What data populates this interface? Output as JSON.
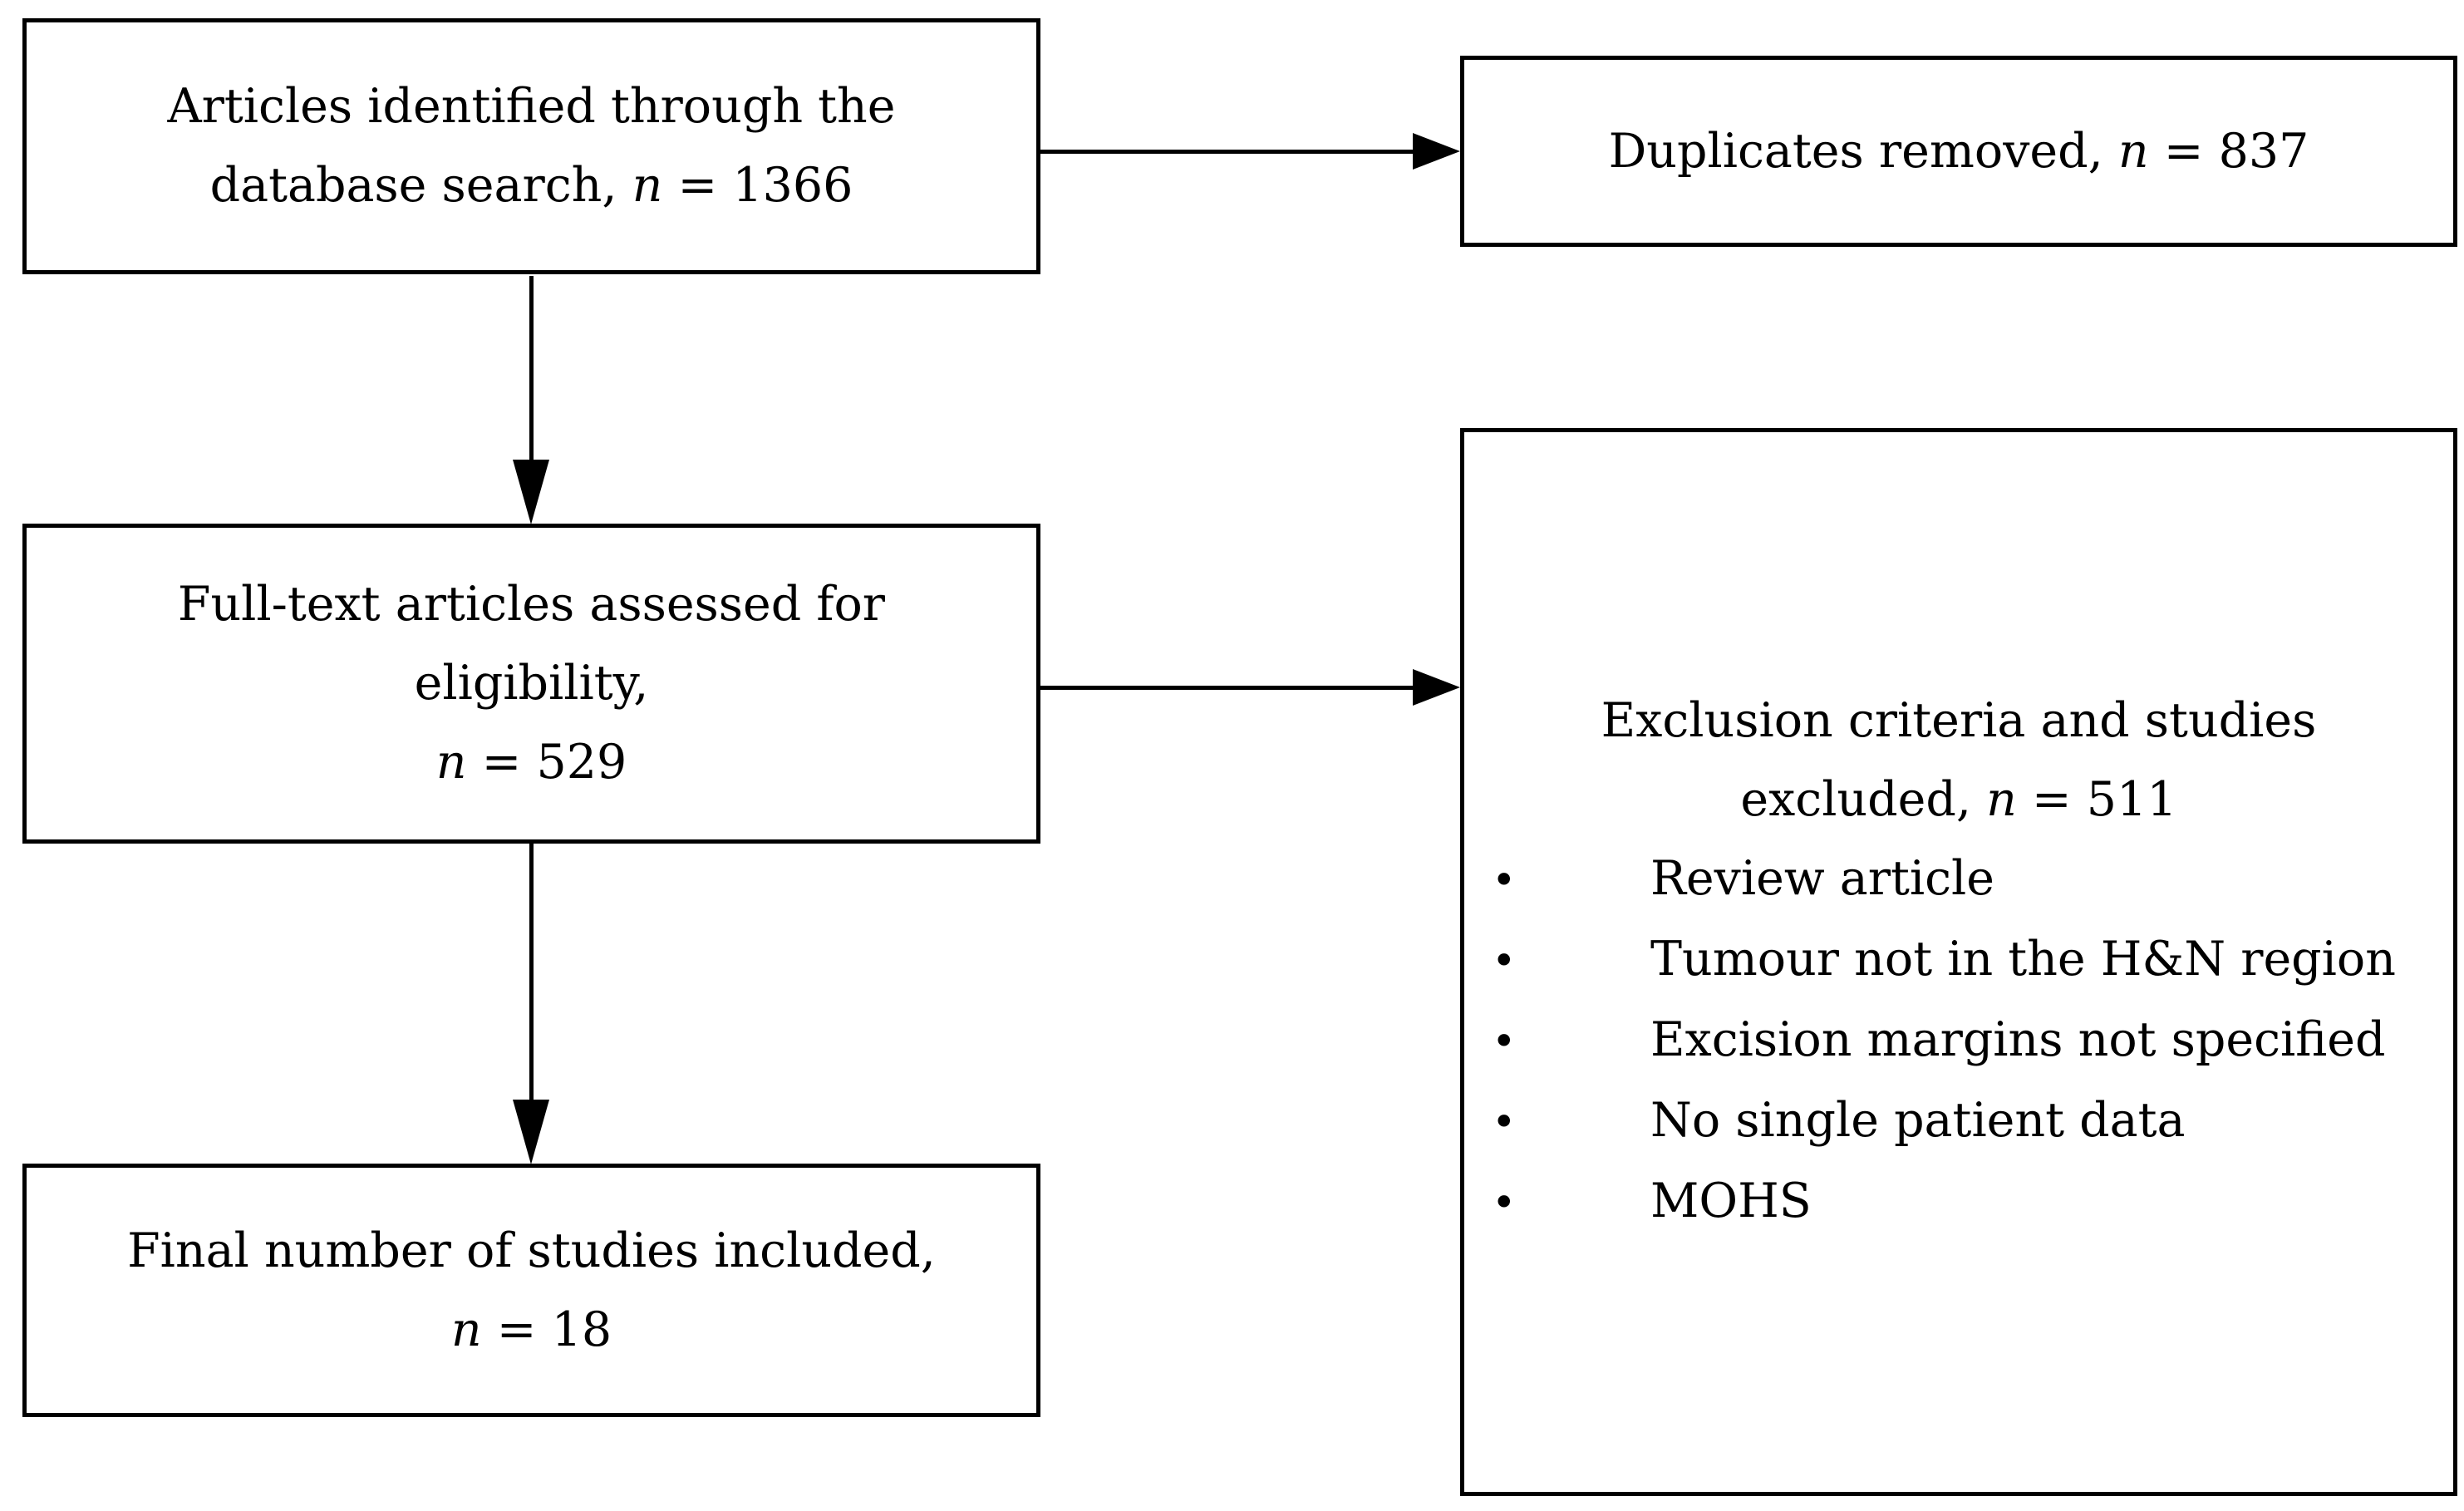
{
  "colors": {
    "border": "#000000",
    "background": "#ffffff",
    "text": "#000000"
  },
  "identification_box": {
    "line1": "Articles identified through the",
    "line2_prefix": "database search, ",
    "n_var": "n",
    "line2_suffix": " = 1366"
  },
  "duplicates_box": {
    "prefix": "Duplicates removed, ",
    "n_var": "n",
    "suffix": " = 837"
  },
  "eligibility_box": {
    "line1": "Full-text articles assessed for",
    "line2": "eligibility,",
    "n_var": "n",
    "line3_suffix": " = 529"
  },
  "exclusion_box": {
    "title_line1": "Exclusion criteria and studies",
    "title_line2_prefix": "excluded, ",
    "n_var": "n",
    "title_line2_suffix": " = 511",
    "bullet_glyph": "•",
    "bullets": [
      "Review article",
      "Tumour not in the H&N region",
      "Excision margins not specified",
      "No single patient data",
      "MOHS"
    ]
  },
  "included_box": {
    "line1": "Final number of studies included,",
    "n_var": "n",
    "line2_suffix": " = 18"
  }
}
